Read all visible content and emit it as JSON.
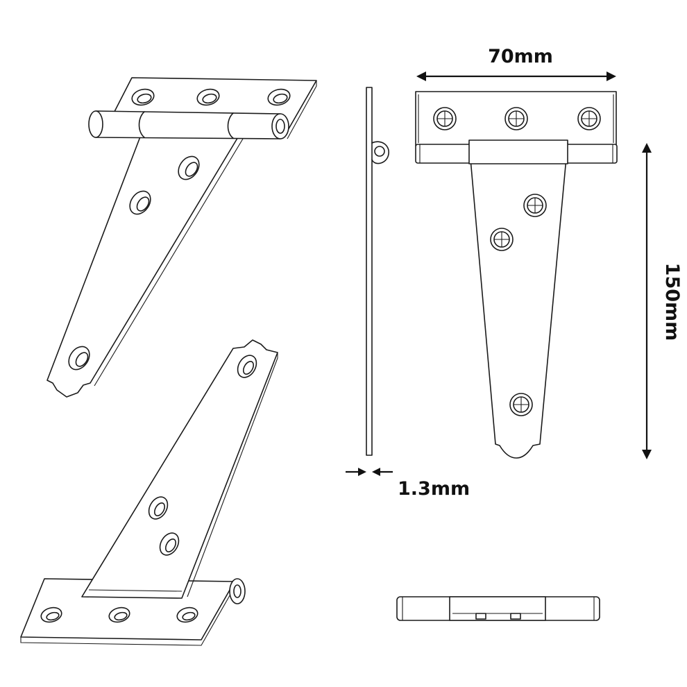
{
  "dimensions": {
    "width_label": "70mm",
    "height_label": "150mm",
    "thickness_label": "1.3mm"
  }
}
